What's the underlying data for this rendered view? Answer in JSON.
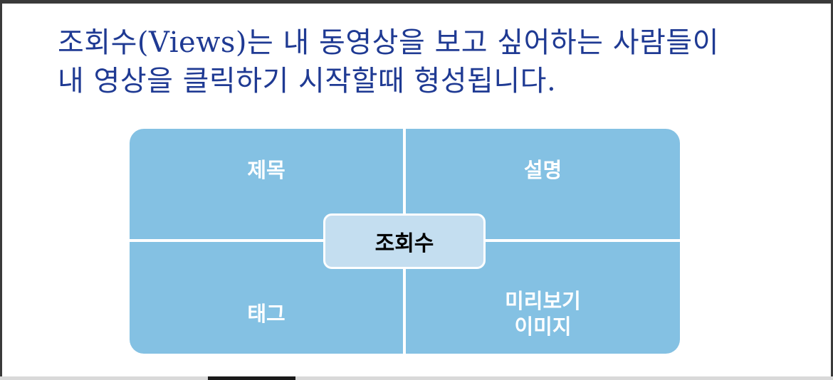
{
  "slide": {
    "title_line1": "조회수(Views)는 내 동영상을 보고 싶어하는 사람들이",
    "title_line2": "내 영상을 클릭하기 시작할때 형성됩니다."
  },
  "matrix": {
    "center": "조회수",
    "top_left": "제목",
    "top_right": "설명",
    "bottom_left": "태그",
    "bottom_right_line1": "미리보기",
    "bottom_right_line2": "이미지"
  },
  "colors": {
    "title": "#1f3a93",
    "quadrant": "#84c1e3",
    "center_box": "#c4def0",
    "label": "#ffffff"
  }
}
